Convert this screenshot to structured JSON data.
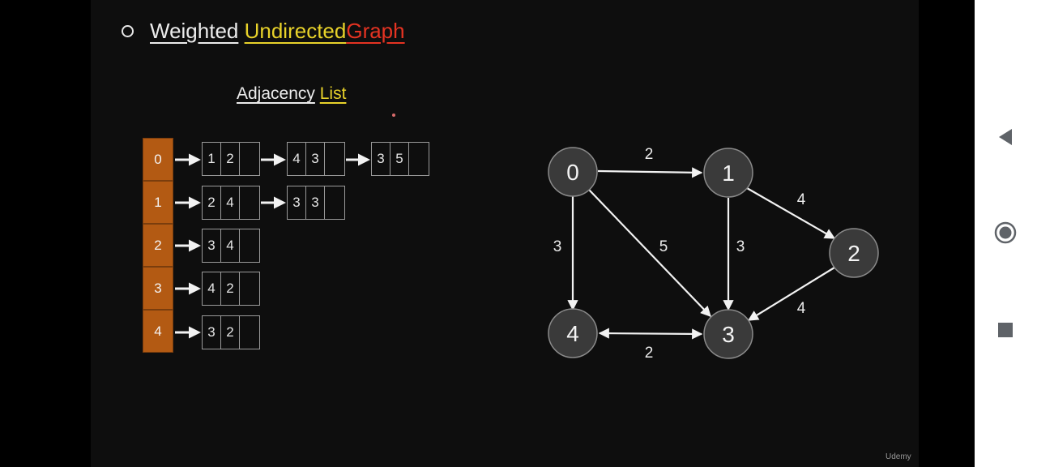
{
  "title": {
    "word1": "Weighted",
    "word2": "Undirected",
    "word3": "Graph",
    "colors": {
      "word1": "#ececec",
      "word2": "#e8d22a",
      "word3": "#e53322"
    }
  },
  "adjacency_heading": {
    "word1": "Adjacency",
    "word2": "List"
  },
  "adjacency_list": [
    {
      "index": "0",
      "nodes": [
        [
          "1",
          "2"
        ],
        [
          "4",
          "3"
        ],
        [
          "3",
          "5"
        ]
      ]
    },
    {
      "index": "1",
      "nodes": [
        [
          "2",
          "4"
        ],
        [
          "3",
          "3"
        ]
      ]
    },
    {
      "index": "2",
      "nodes": [
        [
          "3",
          "4"
        ]
      ]
    },
    {
      "index": "3",
      "nodes": [
        [
          "4",
          "2"
        ]
      ]
    },
    {
      "index": "4",
      "nodes": [
        [
          "3",
          "2"
        ]
      ]
    }
  ],
  "graph": {
    "vertices": [
      "0",
      "1",
      "2",
      "3",
      "4"
    ],
    "edges": [
      {
        "from": "0",
        "to": "1",
        "weight": "2"
      },
      {
        "from": "1",
        "to": "2",
        "weight": "4"
      },
      {
        "from": "0",
        "to": "4",
        "weight": "3"
      },
      {
        "from": "0",
        "to": "3",
        "weight": "5"
      },
      {
        "from": "1",
        "to": "3",
        "weight": "3"
      },
      {
        "from": "2",
        "to": "3",
        "weight": "4"
      },
      {
        "from": "4",
        "to": "3",
        "weight": "2"
      }
    ]
  },
  "watermark": "Udemy",
  "nav": {
    "back": "back-icon",
    "home": "home-icon",
    "recents": "recents-icon"
  },
  "accent": {
    "index_cell": "#b35a13"
  }
}
